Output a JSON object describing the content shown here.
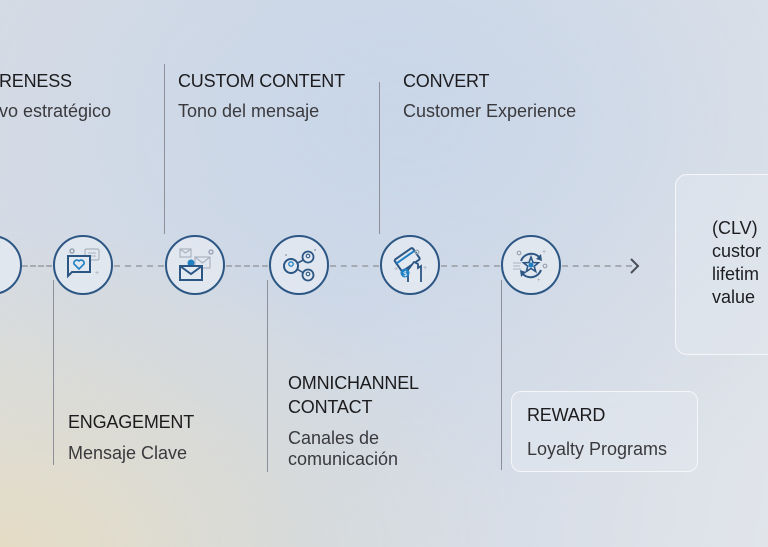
{
  "stages_top": [
    {
      "id": "awareness",
      "title": "RENESS",
      "subtitle": "vo estratégico"
    },
    {
      "id": "custom-content",
      "title": "CUSTOM CONTENT",
      "subtitle": "Tono del mensaje"
    },
    {
      "id": "convert",
      "title": "CONVERT",
      "subtitle": "Customer Experience"
    }
  ],
  "stages_bottom": [
    {
      "id": "engagement",
      "title": "ENGAGEMENT",
      "subtitle": "Mensaje Clave"
    },
    {
      "id": "omnichannel",
      "title_line1": "OMNICHANNEL",
      "title_line2": "CONTACT",
      "subtitle_line1": "Canales de",
      "subtitle_line2": "comunicación"
    },
    {
      "id": "reward",
      "title": "REWARD",
      "subtitle": "Loyalty Programs"
    }
  ],
  "nodes": [
    {
      "icon": "partial-circle-icon"
    },
    {
      "icon": "heart-chat-icon"
    },
    {
      "icon": "emails-icon"
    },
    {
      "icon": "share-network-icon"
    },
    {
      "icon": "card-payment-icon"
    },
    {
      "icon": "loyalty-star-icon"
    }
  ],
  "outcome": {
    "line1": "(CLV)",
    "line2": "custor",
    "line3": "lifetim",
    "line4": "value"
  },
  "colors": {
    "icon_stroke": "#2c5684",
    "icon_accent": "#1e7fc2",
    "line": "#8d9098",
    "dash": "#a6abb3"
  }
}
